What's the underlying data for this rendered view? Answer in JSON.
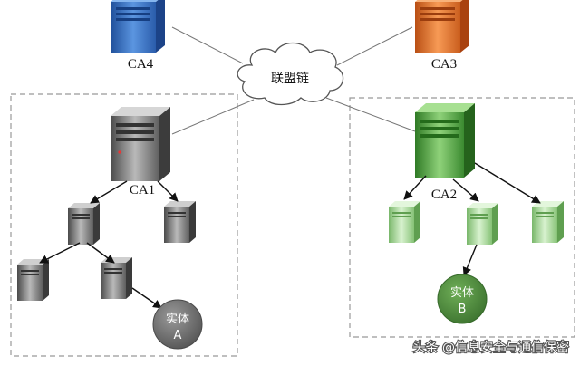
{
  "cloud": {
    "label": "联盟链"
  },
  "nodes": {
    "ca1": {
      "label": "CA1"
    },
    "ca2": {
      "label": "CA2"
    },
    "ca3": {
      "label": "CA3"
    },
    "ca4": {
      "label": "CA4"
    }
  },
  "entities": {
    "a": {
      "line1": "实体",
      "line2": "A"
    },
    "b": {
      "line1": "实体",
      "line2": "B"
    }
  },
  "watermark": "头条 @信息安全与通信保密",
  "colors": {
    "blue_server": "#3f77c7",
    "orange_server": "#e8742f",
    "gray_server": "#7f7f7f",
    "green_server": "#5aa84a",
    "light_green_server": "#a8d89a",
    "entity_gray": "#6f6f6f",
    "entity_green": "#4f8a3c"
  }
}
